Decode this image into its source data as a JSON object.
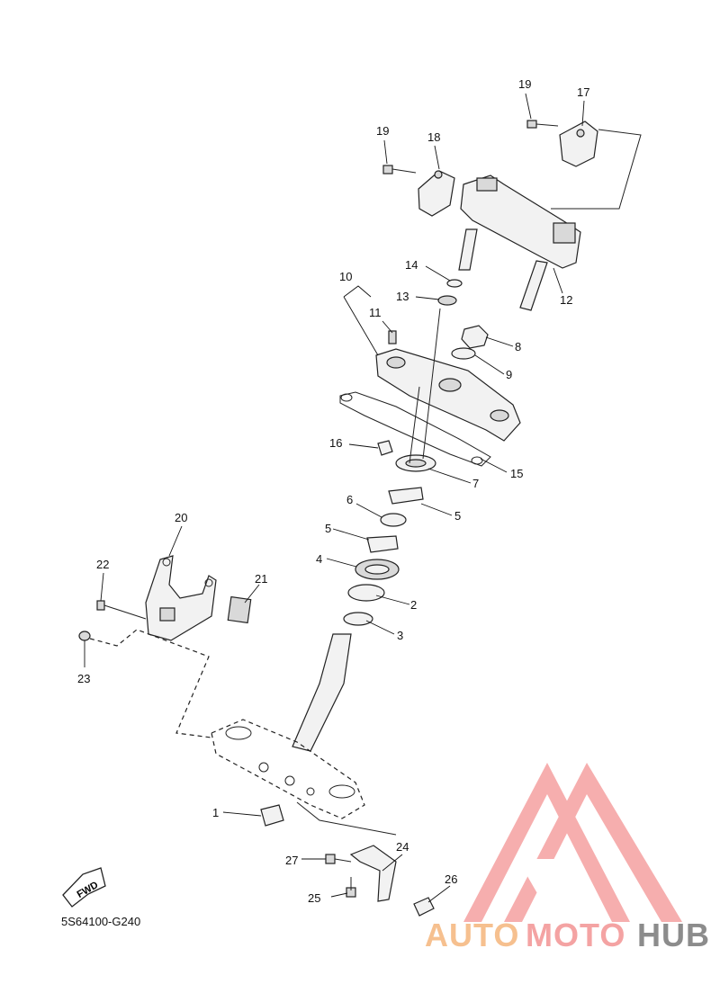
{
  "diagram": {
    "document_code": "5S64100-G240",
    "fwd_label": "FWD",
    "callouts": [
      "1",
      "2",
      "3",
      "4",
      "5",
      "5",
      "6",
      "7",
      "8",
      "9",
      "10",
      "11",
      "12",
      "13",
      "14",
      "15",
      "16",
      "17",
      "18",
      "19",
      "19",
      "20",
      "21",
      "22",
      "23",
      "24",
      "25",
      "26",
      "27"
    ]
  },
  "watermark": {
    "brand_parts": [
      "AUTO",
      "MOTO",
      "HUB"
    ],
    "colors": {
      "auto": "#f6c08f",
      "moto": "#f4a3a3",
      "hub": "#8c8c8c",
      "triangle": "#f5a0a0"
    }
  }
}
